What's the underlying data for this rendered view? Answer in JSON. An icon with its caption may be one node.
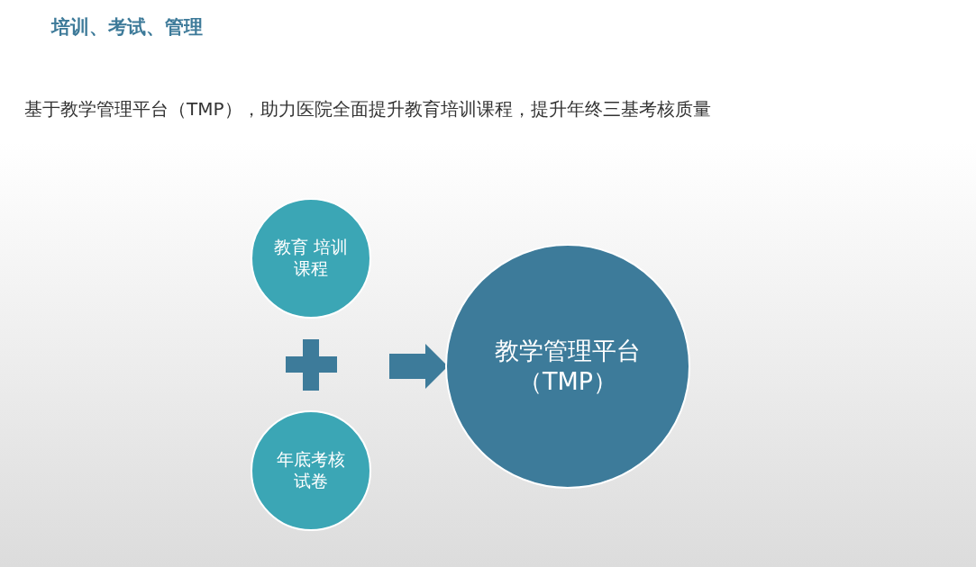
{
  "diagram": {
    "title": "培训、考试、管理",
    "nodes": [
      {
        "text": [
          "教育 培训课程"
        ]
      },
      {
        "text": [
          "年底考核试卷"
        ]
      },
      {
        "text": [
          "教学管理平台（TMP）"
        ]
      }
    ],
    "edges": [
      {
        "from": null,
        "to": 2,
        "arrow": "to"
      }
    ],
    "labels": [
      "基于教学管理平台（TMP），助力医院全面提升教育培训课程，提升年终三基考核质量"
    ]
  }
}
